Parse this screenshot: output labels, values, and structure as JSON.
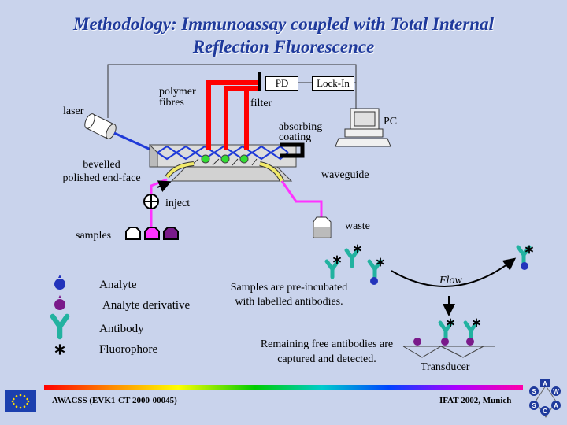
{
  "title": {
    "line1": "Methodology: Immunoassay coupled with Total Internal",
    "line2": "Reflection Fluorescence"
  },
  "labels": {
    "laser": "laser",
    "polymer": "polymer",
    "fibres": "fibres",
    "filter": "filter",
    "pd": "PD",
    "lockin": "Lock-In",
    "pc": "PC",
    "absorbing": "absorbing",
    "coating": "coating",
    "bevelled": "bevelled",
    "polished": "polished end-face",
    "waveguide": "waveguide",
    "inject": "inject",
    "waste": "waste",
    "samples": "samples"
  },
  "legend": {
    "analyte": "Analyte",
    "analyte_derivative": "Analyte derivative",
    "antibody": "Antibody",
    "fluorophore": "Fluorophore"
  },
  "process": {
    "step1_line1": "Samples are pre-incubated",
    "step1_line2": "with labelled antibodies.",
    "flow": "Flow",
    "step2_line1": "Remaining free antibodies are",
    "step2_line2": "captured and detected.",
    "transducer": "Transducer"
  },
  "footer": {
    "left": "AWACSS (EVK1-CT-2000-00045)",
    "right": "IFAT 2002, Munich",
    "logo_letters": [
      "A",
      "S",
      "W",
      "A",
      "C",
      "S"
    ]
  },
  "colors": {
    "title": "#1f3a9c",
    "background": "#c9d3ec",
    "fibre": "#ff0000",
    "beam": "#1f3ad8",
    "tubing": "#ff33ff",
    "antibody": "#22b2a0",
    "analyte": "#2233bb",
    "analyte_derivative": "#7a1a8a"
  }
}
